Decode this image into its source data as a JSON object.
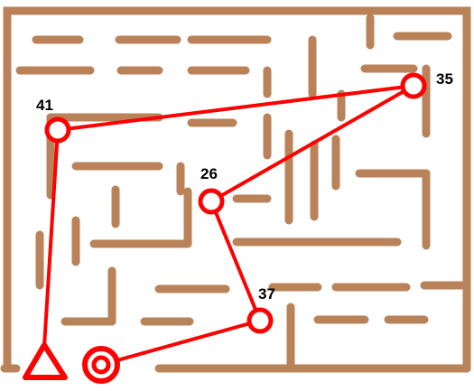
{
  "colors": {
    "wall": "#b98259",
    "path": "#ff0000",
    "background": "#ffffff",
    "label": "#000000"
  },
  "nodes": [
    {
      "id": "n41",
      "label": "41"
    },
    {
      "id": "n35",
      "label": "35"
    },
    {
      "id": "n26",
      "label": "26"
    },
    {
      "id": "n37",
      "label": "37"
    }
  ],
  "start_marker": {
    "icon": "triangle-icon"
  },
  "end_marker": {
    "icon": "double-circle-icon"
  },
  "route": [
    "start",
    "41",
    "35",
    "26",
    "37",
    "end"
  ]
}
